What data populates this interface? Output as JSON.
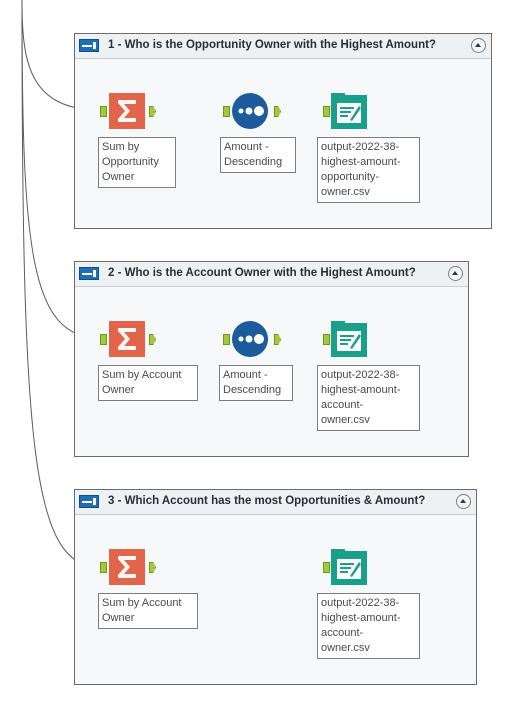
{
  "containers": [
    {
      "title": "1 - Who is the Opportunity Owner with the Highest Amount?",
      "tools": {
        "summarize": "Sum by Opportunity Owner",
        "sort": "Amount - Descending",
        "output": "output-2022-38-highest-amount-opportunity-owner.csv"
      }
    },
    {
      "title": "2 - Who is the Account Owner with the Highest Amount?",
      "tools": {
        "summarize": "Sum by Account Owner",
        "sort": "Amount - Descending",
        "output": "output-2022-38-highest-amount-account-owner.csv"
      }
    },
    {
      "title": "3 - Which Account has the most Opportunities & Amount?",
      "tools": {
        "summarize": "Sum by Account Owner",
        "output": "output-2022-38-highest-amount-account-owner.csv"
      }
    }
  ],
  "label_lines": {
    "c1_summarize": [
      "Sum by",
      "Opportunity",
      "Owner"
    ],
    "c1_sort": [
      "Amount -",
      "Descending"
    ],
    "c1_output": [
      "output-2022-38-",
      "highest-amount-",
      "opportunity-",
      "owner.csv"
    ],
    "c2_summarize": [
      "Sum by Account",
      "Owner"
    ],
    "c2_sort": [
      "Amount -",
      "Descending"
    ],
    "c2_output": [
      "output-2022-38-",
      "highest-amount-",
      "account-",
      "owner.csv"
    ],
    "c3_summarize": [
      "Sum by Account",
      "Owner"
    ],
    "c3_output": [
      "output-2022-38-",
      "highest-amount-",
      "account-",
      "owner.csv"
    ]
  },
  "icons": {
    "container": "container-icon",
    "collapse": "collapse-chevron-up-icon",
    "summarize": "summarize-sigma-icon",
    "sort": "sort-dots-icon",
    "output": "output-file-icon"
  },
  "colors": {
    "summarize": "#e2644a",
    "sort": "#1d5c9c",
    "output": "#19a08b",
    "anchor": "#a3c93a",
    "wire": "#5c5c5c",
    "container_border": "#6b6b6b"
  }
}
